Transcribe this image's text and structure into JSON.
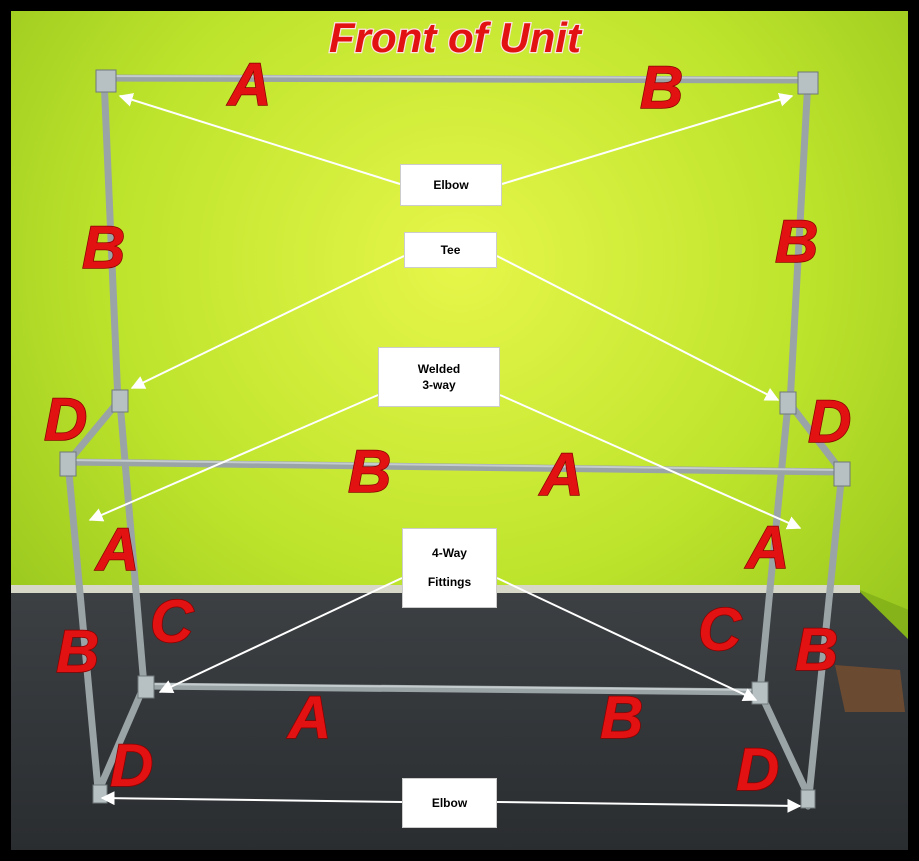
{
  "title": "Front of Unit",
  "part_letters": {
    "top_left": "A",
    "top_right": "B",
    "upper_left_post": "B",
    "upper_right_post": "B",
    "left_d": "D",
    "right_d": "D",
    "middle_b": "B",
    "middle_a": "A",
    "lower_left_a": "A",
    "lower_right_a": "A",
    "bottom_left_c": "C",
    "bottom_right_c": "C",
    "bottom_left_b": "B",
    "bottom_right_b": "B",
    "bottom_a": "A",
    "bottom_b": "B",
    "foot_left_d": "D",
    "foot_right_d": "D"
  },
  "callouts": {
    "elbow_top": "Elbow",
    "tee": "Tee",
    "welded_line1": "Welded",
    "welded_line2": "3-way",
    "fourway_line1": "4-Way",
    "fourway_line2": "Fittings",
    "elbow_bottom": "Elbow"
  },
  "colors": {
    "wall": "#b9e22a",
    "wall_glow": "#e4f542",
    "floor": "#34383b",
    "pipe": "#9aa3a6",
    "label_red": "#e31212"
  }
}
